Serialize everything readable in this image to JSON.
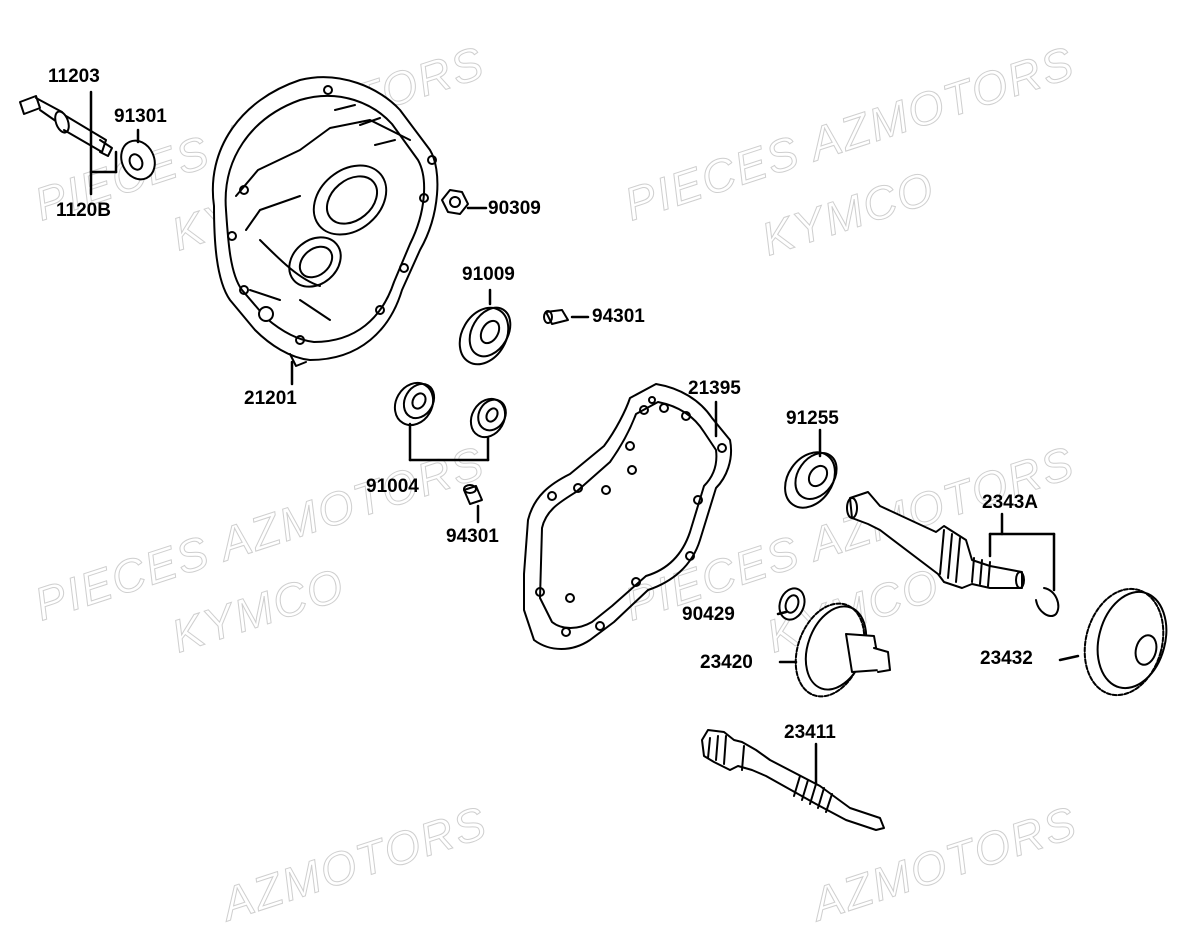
{
  "watermarks": {
    "w1": "PIECES AZMOTORS",
    "w2": "KYMCO",
    "w3": "PIECES AZMOTORS",
    "w4": "KYMCO",
    "w5": "PIECES AZMOTORS",
    "w6": "KYMCO",
    "w7": "PIECES AZMOTORS",
    "w8": "KYMCO",
    "w9": "AZMOTORS",
    "w10": "AZMOTORS"
  },
  "parts": {
    "bolt": "11203",
    "bolt_assy": "1120B",
    "washer_small": "91301",
    "nut": "90309",
    "case": "21201",
    "bearing_upper": "91009",
    "dowel_upper": "94301",
    "bearings_pair": "91004",
    "dowel_lower": "94301",
    "gasket": "21395",
    "oil_seal": "91255",
    "final_shaft_set": "2343A",
    "washer_gear": "90429",
    "counter_gear": "23420",
    "final_gear": "23432",
    "drive_shaft": "23411"
  }
}
